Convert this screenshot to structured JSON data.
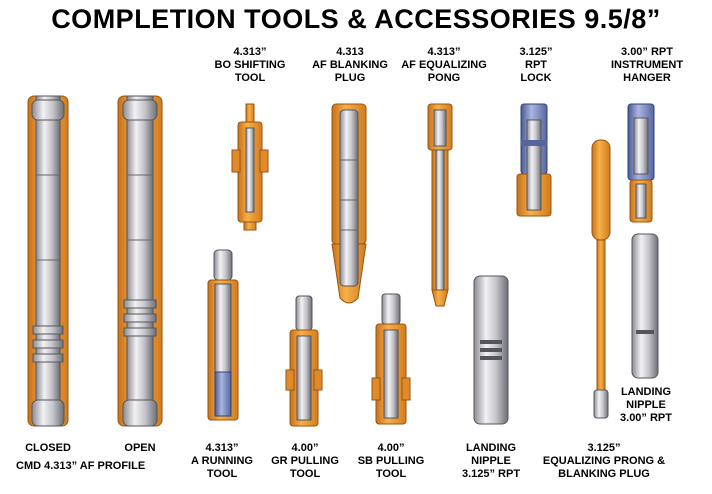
{
  "title": "COMPLETION TOOLS & ACCESSORIES 9.5/8”",
  "colors": {
    "orange": "#F2A033",
    "orange_dark": "#C06A12",
    "steel": "#C8C8CC",
    "steel_dark": "#6E6E76",
    "blue": "#7C8FC4",
    "blue_dark": "#3E4E86"
  },
  "labels": {
    "bo_shifting": [
      "4.313”",
      "BO SHIFTING",
      "TOOL"
    ],
    "af_blanking": [
      "4.313",
      "AF BLANKING",
      "PLUG"
    ],
    "af_equalizing": [
      "4.313”",
      "AF EQUALIZING",
      "PONG"
    ],
    "rpt_lock": [
      "3.125”",
      "RPT",
      "LOCK"
    ],
    "instrument_hanger": [
      "3.00” RPT",
      "INSTRUMENT",
      "HANGER"
    ],
    "closed": [
      "CLOSED"
    ],
    "open": [
      "OPEN"
    ],
    "cmd_profile": [
      "CMD 4.313” AF PROFILE"
    ],
    "a_running": [
      "4.313”",
      "A RUNNING",
      "TOOL"
    ],
    "gr_pulling": [
      "4.00”",
      "GR PULLING",
      "TOOL"
    ],
    "sb_pulling": [
      "4.00”",
      "SB PULLING",
      "TOOL"
    ],
    "landing_nipple_3125": [
      "LANDING",
      "NIPPLE",
      "3.125” RPT"
    ],
    "equalizing_prong": [
      "3.125”",
      "EQUALIZING PRONG &",
      "BLANKING PLUG"
    ],
    "landing_nipple_300": [
      "LANDING",
      "NIPPLE",
      "3.00” RPT"
    ]
  }
}
